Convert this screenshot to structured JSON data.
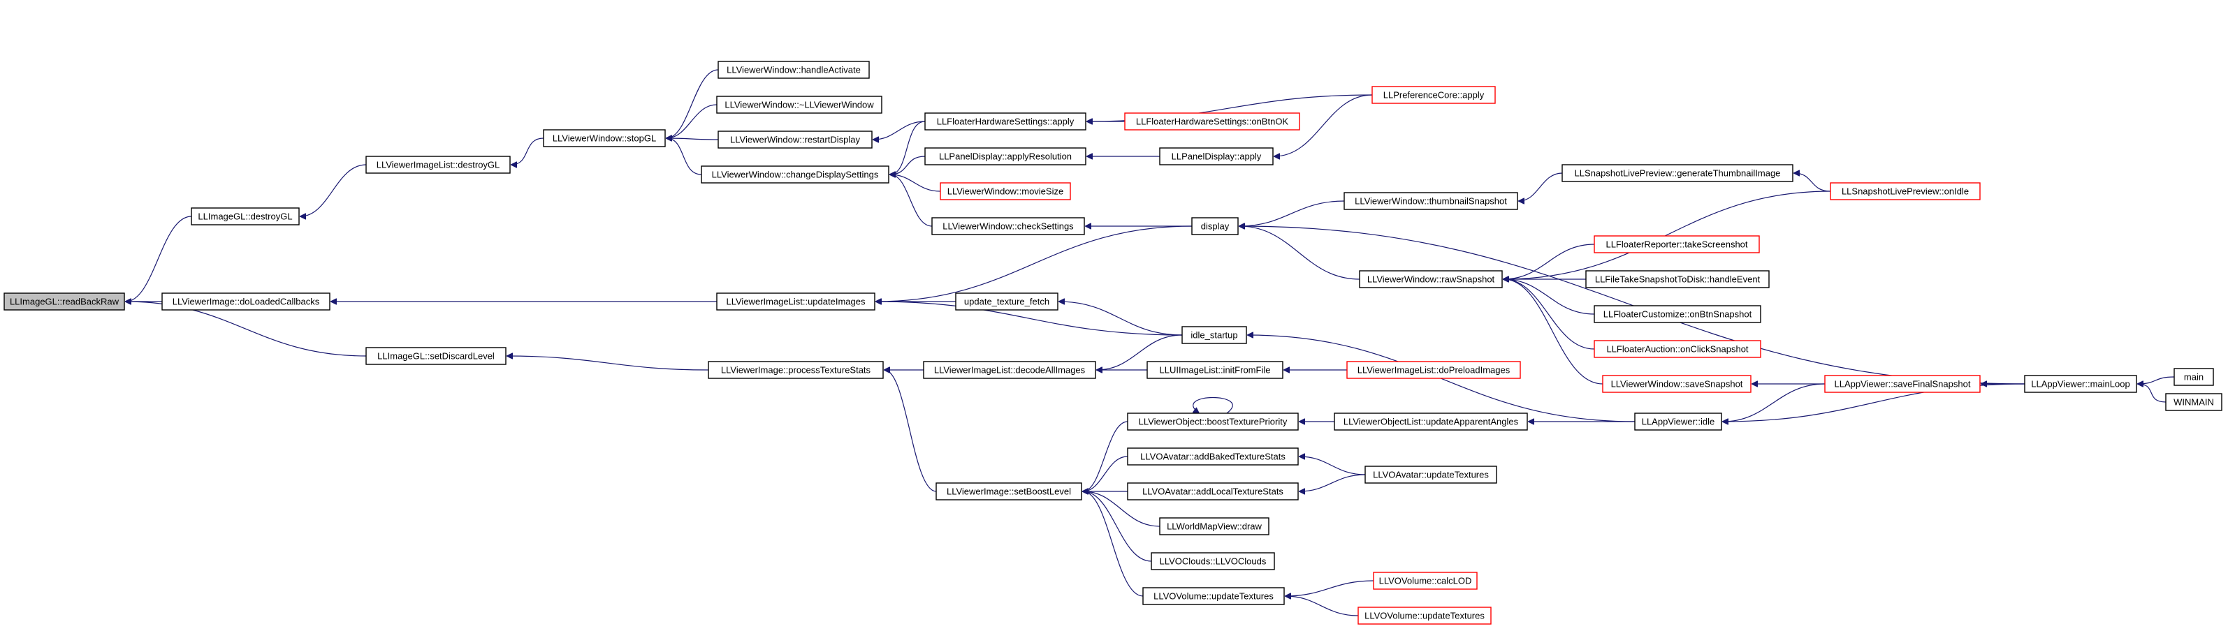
{
  "graph": {
    "edge_color": "#191970",
    "nodes": [
      {
        "id": "readBackRaw",
        "label": "LLImageGL::readBackRaw",
        "style": "root"
      },
      {
        "id": "destroyGL_img",
        "label": "LLImageGL::destroyGL",
        "style": "normal"
      },
      {
        "id": "doLoadedCallbacks",
        "label": "LLViewerImage::doLoadedCallbacks",
        "style": "normal"
      },
      {
        "id": "setDiscardLevel",
        "label": "LLImageGL::setDiscardLevel",
        "style": "normal"
      },
      {
        "id": "destroyGL_list",
        "label": "LLViewerImageList::destroyGL",
        "style": "normal"
      },
      {
        "id": "stopGL",
        "label": "LLViewerWindow::stopGL",
        "style": "normal"
      },
      {
        "id": "handleActivate",
        "label": "LLViewerWindow::handleActivate",
        "style": "normal"
      },
      {
        "id": "dtor",
        "label": "LLViewerWindow::~LLViewerWindow",
        "style": "normal"
      },
      {
        "id": "restartDisplay",
        "label": "LLViewerWindow::restartDisplay",
        "style": "normal"
      },
      {
        "id": "changeDisplaySettings",
        "label": "LLViewerWindow::changeDisplaySettings",
        "style": "normal"
      },
      {
        "id": "fhs_apply",
        "label": "LLFloaterHardwareSettings::apply",
        "style": "normal"
      },
      {
        "id": "prefcore_apply",
        "label": "LLPreferenceCore::apply",
        "style": "red"
      },
      {
        "id": "fhs_onBtnOK",
        "label": "LLFloaterHardwareSettings::onBtnOK",
        "style": "red"
      },
      {
        "id": "applyResolution",
        "label": "LLPanelDisplay::applyResolution",
        "style": "normal"
      },
      {
        "id": "paneldisplay_apply",
        "label": "LLPanelDisplay::apply",
        "style": "normal"
      },
      {
        "id": "movieSize",
        "label": "LLViewerWindow::movieSize",
        "style": "red"
      },
      {
        "id": "checkSettings",
        "label": "LLViewerWindow::checkSettings",
        "style": "normal"
      },
      {
        "id": "display",
        "label": "display",
        "style": "normal"
      },
      {
        "id": "thumbnailSnapshot",
        "label": "LLViewerWindow::thumbnailSnapshot",
        "style": "normal"
      },
      {
        "id": "generateThumbnailImage",
        "label": "LLSnapshotLivePreview::generateThumbnailImage",
        "style": "normal"
      },
      {
        "id": "onIdle",
        "label": "LLSnapshotLivePreview::onIdle",
        "style": "red"
      },
      {
        "id": "rawSnapshot",
        "label": "LLViewerWindow::rawSnapshot",
        "style": "normal"
      },
      {
        "id": "takeScreenshot",
        "label": "LLFloaterReporter::takeScreenshot",
        "style": "red"
      },
      {
        "id": "fileTakeSnapshot",
        "label": "LLFileTakeSnapshotToDisk::handleEvent",
        "style": "normal"
      },
      {
        "id": "customizeSnapshot",
        "label": "LLFloaterCustomize::onBtnSnapshot",
        "style": "normal"
      },
      {
        "id": "auctionSnapshot",
        "label": "LLFloaterAuction::onClickSnapshot",
        "style": "red"
      },
      {
        "id": "saveSnapshot",
        "label": "LLViewerWindow::saveSnapshot",
        "style": "red"
      },
      {
        "id": "saveFinalSnapshot",
        "label": "LLAppViewer::saveFinalSnapshot",
        "style": "red"
      },
      {
        "id": "mainLoop",
        "label": "LLAppViewer::mainLoop",
        "style": "normal"
      },
      {
        "id": "main",
        "label": "main",
        "style": "normal"
      },
      {
        "id": "winmain",
        "label": "WINMAIN",
        "style": "normal"
      },
      {
        "id": "updateImages",
        "label": "LLViewerImageList::updateImages",
        "style": "normal"
      },
      {
        "id": "updateTextureFetch",
        "label": "update_texture_fetch",
        "style": "normal"
      },
      {
        "id": "idleStartup",
        "label": "idle_startup",
        "style": "normal"
      },
      {
        "id": "processTextureStats",
        "label": "LLViewerImage::processTextureStats",
        "style": "normal"
      },
      {
        "id": "decodeAllImages",
        "label": "LLViewerImageList::decodeAllImages",
        "style": "normal"
      },
      {
        "id": "initFromFile",
        "label": "LLUIImageList::initFromFile",
        "style": "normal"
      },
      {
        "id": "doPreloadImages",
        "label": "LLViewerImageList::doPreloadImages",
        "style": "red"
      },
      {
        "id": "appIdle",
        "label": "LLAppViewer::idle",
        "style": "normal"
      },
      {
        "id": "setBoostLevel",
        "label": "LLViewerImage::setBoostLevel",
        "style": "normal"
      },
      {
        "id": "boostTexturePriority",
        "label": "LLViewerObject::boostTexturePriority",
        "style": "normal"
      },
      {
        "id": "updateApparentAngles",
        "label": "LLViewerObjectList::updateApparentAngles",
        "style": "normal"
      },
      {
        "id": "addBakedTextureStats",
        "label": "LLVOAvatar::addBakedTextureStats",
        "style": "normal"
      },
      {
        "id": "avatarUpdateTextures",
        "label": "LLVOAvatar::updateTextures",
        "style": "normal"
      },
      {
        "id": "addLocalTextureStats",
        "label": "LLVOAvatar::addLocalTextureStats",
        "style": "normal"
      },
      {
        "id": "worldMapDraw",
        "label": "LLWorldMapView::draw",
        "style": "normal"
      },
      {
        "id": "voClouds",
        "label": "LLVOClouds::LLVOClouds",
        "style": "normal"
      },
      {
        "id": "volumeUpdateTextures",
        "label": "LLVOVolume::updateTextures",
        "style": "normal"
      },
      {
        "id": "calcLOD",
        "label": "LLVOVolume::calcLOD",
        "style": "red"
      },
      {
        "id": "volumeUpdateTextures2",
        "label": "LLVOVolume::updateTextures",
        "style": "red"
      }
    ],
    "edges": [
      [
        "destroyGL_img",
        "readBackRaw"
      ],
      [
        "doLoadedCallbacks",
        "readBackRaw"
      ],
      [
        "setDiscardLevel",
        "readBackRaw"
      ],
      [
        "destroyGL_list",
        "destroyGL_img"
      ],
      [
        "stopGL",
        "destroyGL_list"
      ],
      [
        "handleActivate",
        "stopGL"
      ],
      [
        "dtor",
        "stopGL"
      ],
      [
        "restartDisplay",
        "stopGL"
      ],
      [
        "changeDisplaySettings",
        "stopGL"
      ],
      [
        "fhs_apply",
        "changeDisplaySettings"
      ],
      [
        "applyResolution",
        "changeDisplaySettings"
      ],
      [
        "movieSize",
        "changeDisplaySettings"
      ],
      [
        "checkSettings",
        "changeDisplaySettings"
      ],
      [
        "fhs_apply",
        "restartDisplay"
      ],
      [
        "prefcore_apply",
        "fhs_apply"
      ],
      [
        "fhs_onBtnOK",
        "fhs_apply"
      ],
      [
        "paneldisplay_apply",
        "applyResolution"
      ],
      [
        "prefcore_apply",
        "paneldisplay_apply"
      ],
      [
        "display",
        "checkSettings"
      ],
      [
        "mainLoop",
        "display"
      ],
      [
        "thumbnailSnapshot",
        "display"
      ],
      [
        "rawSnapshot",
        "display"
      ],
      [
        "generateThumbnailImage",
        "thumbnailSnapshot"
      ],
      [
        "onIdle",
        "generateThumbnailImage"
      ],
      [
        "onIdle",
        "rawSnapshot"
      ],
      [
        "takeScreenshot",
        "rawSnapshot"
      ],
      [
        "fileTakeSnapshot",
        "rawSnapshot"
      ],
      [
        "customizeSnapshot",
        "rawSnapshot"
      ],
      [
        "auctionSnapshot",
        "rawSnapshot"
      ],
      [
        "saveSnapshot",
        "rawSnapshot"
      ],
      [
        "saveFinalSnapshot",
        "saveSnapshot"
      ],
      [
        "mainLoop",
        "saveFinalSnapshot"
      ],
      [
        "main",
        "mainLoop"
      ],
      [
        "winmain",
        "mainLoop"
      ],
      [
        "updateImages",
        "doLoadedCallbacks"
      ],
      [
        "display",
        "updateImages"
      ],
      [
        "updateTextureFetch",
        "updateImages"
      ],
      [
        "idleStartup",
        "updateImages"
      ],
      [
        "idleStartup",
        "updateTextureFetch"
      ],
      [
        "appIdle",
        "idleStartup"
      ],
      [
        "processTextureStats",
        "setDiscardLevel"
      ],
      [
        "decodeAllImages",
        "processTextureStats"
      ],
      [
        "idleStartup",
        "decodeAllImages"
      ],
      [
        "initFromFile",
        "decodeAllImages"
      ],
      [
        "doPreloadImages",
        "initFromFile"
      ],
      [
        "setBoostLevel",
        "processTextureStats"
      ],
      [
        "boostTexturePriority",
        "setBoostLevel"
      ],
      [
        "boostTexturePriority",
        "boostTexturePriority"
      ],
      [
        "updateApparentAngles",
        "boostTexturePriority"
      ],
      [
        "appIdle",
        "updateApparentAngles"
      ],
      [
        "mainLoop",
        "appIdle"
      ],
      [
        "saveFinalSnapshot",
        "appIdle"
      ],
      [
        "addBakedTextureStats",
        "setBoostLevel"
      ],
      [
        "avatarUpdateTextures",
        "addBakedTextureStats"
      ],
      [
        "addLocalTextureStats",
        "setBoostLevel"
      ],
      [
        "avatarUpdateTextures",
        "addLocalTextureStats"
      ],
      [
        "worldMapDraw",
        "setBoostLevel"
      ],
      [
        "voClouds",
        "setBoostLevel"
      ],
      [
        "volumeUpdateTextures",
        "setBoostLevel"
      ],
      [
        "calcLOD",
        "volumeUpdateTextures"
      ],
      [
        "volumeUpdateTextures2",
        "volumeUpdateTextures"
      ]
    ]
  }
}
